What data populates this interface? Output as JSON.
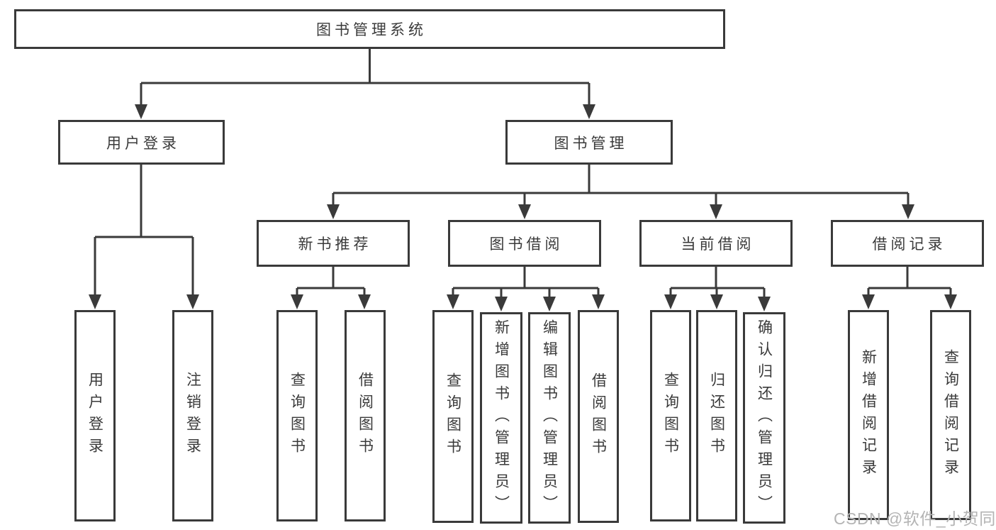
{
  "title": "图书管理系统",
  "branches": {
    "user_login": {
      "label": "用户登录",
      "children": [
        "用户登录",
        "注销登录"
      ]
    },
    "book_management": {
      "label": "图书管理"
    }
  },
  "sections": [
    {
      "label": "新书推荐",
      "children": [
        "查询图书",
        "借阅图书"
      ]
    },
    {
      "label": "图书借阅",
      "children": [
        "查询图书",
        "新增图书（管理员）",
        "编辑图书（管理员）",
        "借阅图书"
      ]
    },
    {
      "label": "当前借阅",
      "children": [
        "查询图书",
        "归还图书",
        "确认归还（管理员）"
      ]
    },
    {
      "label": "借阅记录",
      "children": [
        "新增借阅记录",
        "查询借阅记录"
      ]
    }
  ],
  "watermark": "CSDN @软件_小贺同学",
  "colors": {
    "line": "#3a3a3a",
    "text": "#3a3a3a",
    "watermark": "#b4b4b4",
    "background": "#ffffff"
  }
}
